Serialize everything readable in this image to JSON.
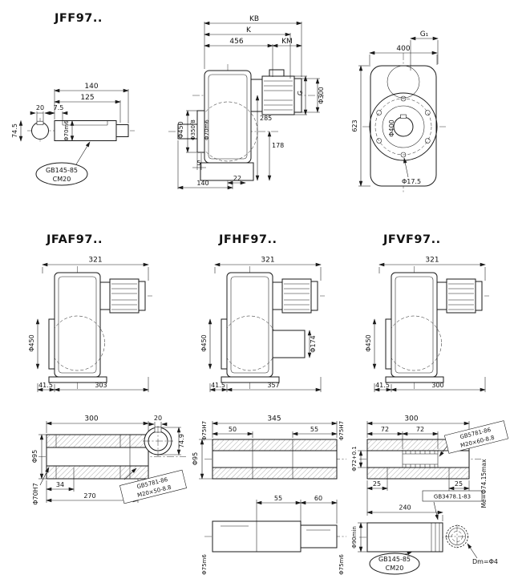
{
  "jff97": {
    "title": "JFF97..",
    "shaft_detail": {
      "dim_key_width": "20",
      "dim_key_depth": "7.5",
      "dim_length": "140",
      "dim_key_length": "125",
      "dim_height": "74.5",
      "dim_shaft": "Φ70m6",
      "callout_line1": "GB145-85",
      "callout_line2": "CM20"
    },
    "front_view": {
      "dim_kb": "KB",
      "dim_k": "K",
      "dim_456": "456",
      "dim_km": "KM",
      "dim_g": "G",
      "dim_motor_dia": "Φ300",
      "dim_285": "285",
      "dim_flange_od": "Φ450",
      "dim_spigot": "Φ350f8",
      "dim_shaft": "Φ70m6",
      "dim_178": "178",
      "dim_5": "5",
      "dim_140": "140",
      "dim_22": "22"
    },
    "side_view": {
      "dim_g1": "G₁",
      "dim_400": "400",
      "dim_623": "623",
      "dim_flange": "Φ400",
      "dim_hole": "Φ17.5"
    }
  },
  "variants": [
    {
      "title": "JFAF97..",
      "dim_width": "321",
      "dim_flange": "Φ450",
      "dim_41_5": "41.5",
      "dim_length": "303"
    },
    {
      "title": "JFHF97..",
      "dim_width": "321",
      "dim_flange": "Φ450",
      "dim_41_5": "41.5",
      "dim_length": "357",
      "dim_hub": "Φ174"
    },
    {
      "title": "JFVF97..",
      "dim_width": "321",
      "dim_flange": "Φ450",
      "dim_41_5": "41.5",
      "dim_length": "300"
    }
  ],
  "hollow_shaft": {
    "dim_length": "300",
    "dim_od": "Φ95",
    "dim_34": "34",
    "dim_270": "270",
    "dim_bore": "Φ70H7",
    "dim_key_width": "20",
    "dim_74_9": "74.9",
    "callout_line1": "GB5781-86",
    "callout_line2": "M20×50-8.8"
  },
  "double_bore_shaft": {
    "dim_length": "345",
    "dim_bore_left": "Φ75H7",
    "dim_bore_right": "Φ75H7",
    "dim_50": "50",
    "dim_55_top": "55",
    "dim_od": "Φ95",
    "dim_55_bottom": "55",
    "dim_60": "60",
    "dim_shaft_left": "Φ75m6",
    "dim_shaft_right": "Φ75m6"
  },
  "spline_shaft": {
    "dim_length": "300",
    "dim_72_left": "72",
    "dim_72_right": "72",
    "dim_bore": "Φ72+0.1",
    "dim_25_left": "25",
    "dim_25_right": "25",
    "bolt_line1": "GB5781-86",
    "bolt_line2": "M20×60-8.8",
    "dim_240": "240",
    "dim_shaft_od": "Φ90min",
    "spline_std": "GB3478.1-83",
    "dim_me": "Me=Φ74.15max",
    "dim_dm": "Dm=Φ4",
    "center_line1": "GB145-85",
    "center_line2": "CM20"
  }
}
